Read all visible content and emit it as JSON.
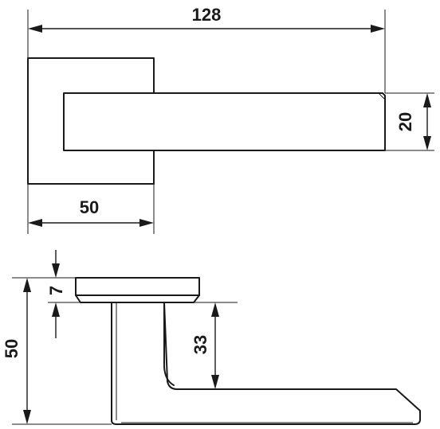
{
  "dimensions": {
    "overall_length": "128",
    "lever_width": "20",
    "rose_width": "50",
    "rose_thickness": "7",
    "lever_offset": "33",
    "overall_height": "50"
  },
  "colors": {
    "line": "#1a1a1a",
    "background": "#ffffff"
  }
}
